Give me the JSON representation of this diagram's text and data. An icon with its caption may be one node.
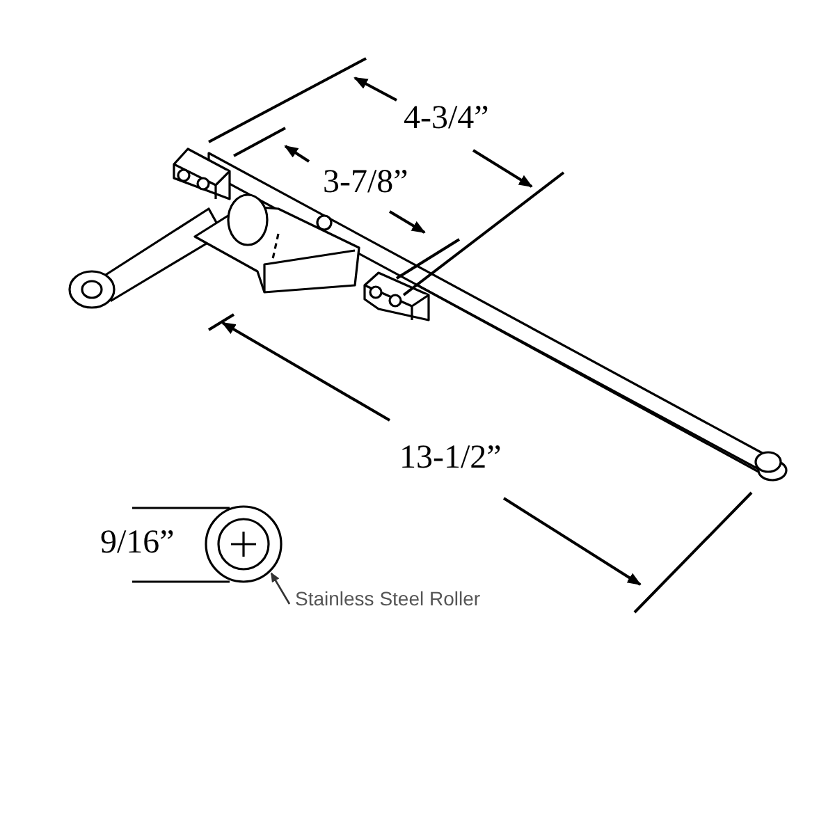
{
  "diagram": {
    "nodes": [
      {
        "text": [
          "Stainless Steel Roller"
        ]
      },
      {
        "text": [],
        "shape": "circle"
      }
    ],
    "edges": [
      {
        "from": 0,
        "to": 1,
        "arrow": "to"
      }
    ],
    "labels": [
      "4-3/4”",
      "3-7/8”",
      "13-1/2”",
      "9/16”"
    ]
  }
}
